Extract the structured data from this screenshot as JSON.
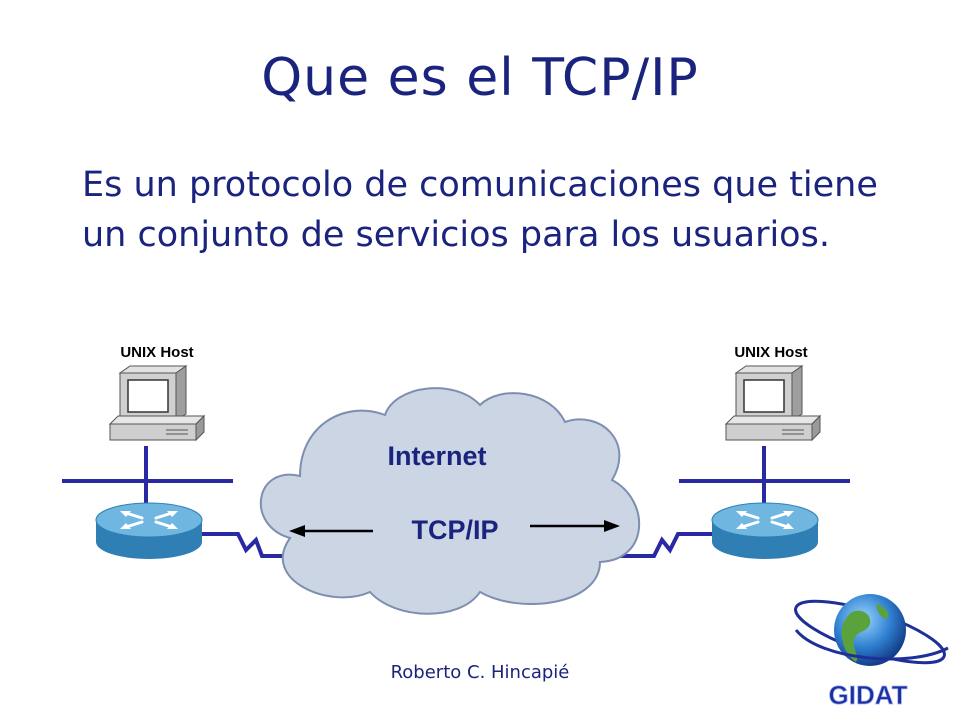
{
  "slide": {
    "title": "Que es el TCP/IP",
    "body": "Es un protocolo de comunicaciones que tiene un conjunto de servicios para los usuarios.",
    "footer": "Roberto C. Hincapié"
  },
  "diagram": {
    "left_host_label": "UNIX Host",
    "right_host_label": "UNIX Host",
    "cloud_label": "Internet",
    "protocol_label": "TCP/IP",
    "colors": {
      "lan_line": "#2929a3",
      "router": "#3a8fc4",
      "router_top": "#6fb6e0",
      "cloud_fill": "#ccd5e4",
      "computer": "#c8c8c8",
      "text": "#1a237e"
    }
  },
  "logo": {
    "text": "GIDAT",
    "color": "#1f2f9a"
  }
}
